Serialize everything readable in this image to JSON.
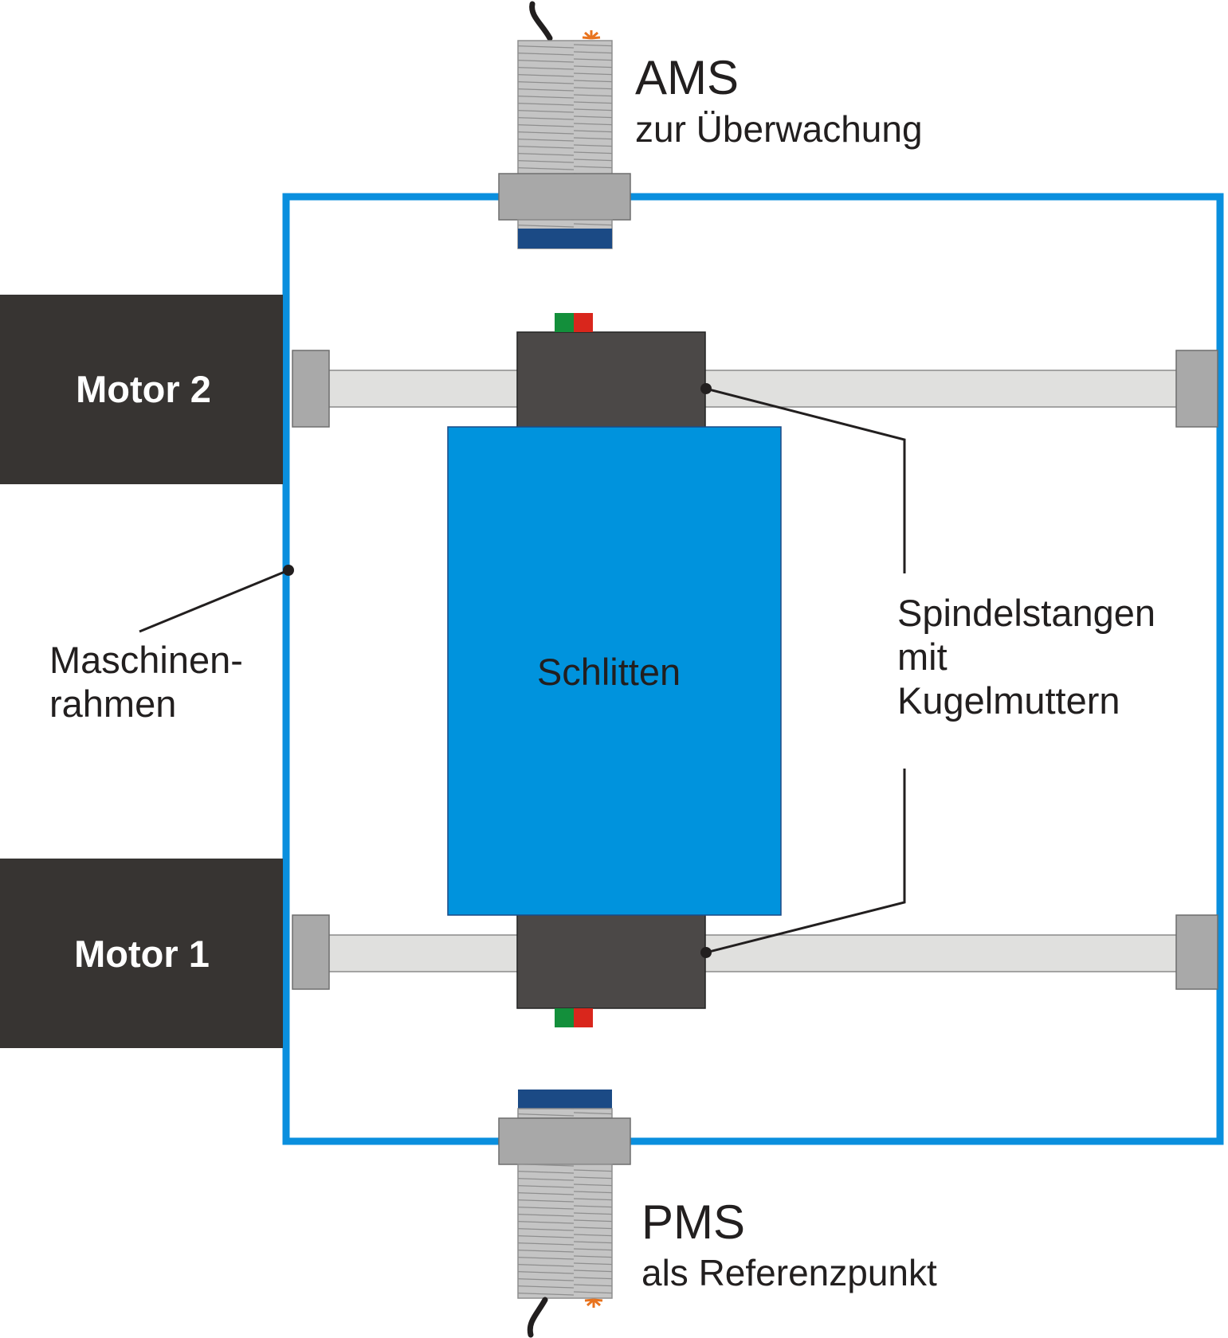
{
  "labels": {
    "motor_2": "Motor 2",
    "motor_1": "Motor 1",
    "ams_title": "AMS",
    "ams_subtitle": "zur Überwachung",
    "pms_title": "PMS",
    "pms_subtitle": "als Referenzpunkt",
    "carriage": "Schlitten",
    "frame_line1": "Maschinen-",
    "frame_line2": "rahmen",
    "spindle_line1": "Spindelstangen",
    "spindle_line2": "mit",
    "spindle_line3": "Kugelmuttern"
  },
  "colors": {
    "frame": "#0a8fde",
    "carriage": "#0093dd",
    "motor": "#373432",
    "nut": "#4b4847",
    "rod": "#e0e0de",
    "bearing": "#a9a9a9",
    "sensor_body": "#c4c4c4",
    "sensor_flange": "#a8a8a8",
    "sensor_face": "#1b4a85",
    "indicator_green": "#138f3b",
    "indicator_red": "#d9261c",
    "spark": "#e8731e",
    "ink": "#221f1f"
  },
  "icons": {
    "ams_sensor": "inductive-proximity-sensor",
    "pms_sensor": "inductive-proximity-sensor"
  }
}
